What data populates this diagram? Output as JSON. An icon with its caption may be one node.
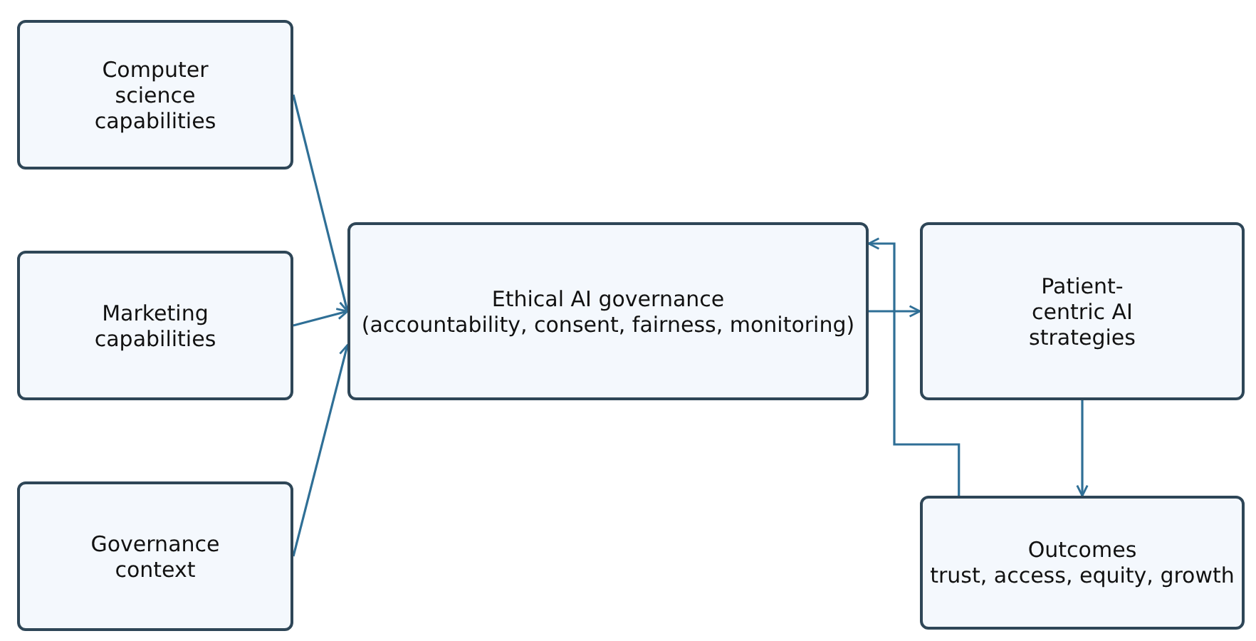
{
  "diagram": {
    "nodes": [
      {
        "text": [
          "Computer science capabilities"
        ]
      },
      {
        "text": [
          "Marketing capabilities"
        ]
      },
      {
        "text": [
          "Governance context"
        ]
      },
      {
        "text": [
          "Ethical AI governance",
          "(accountability, consent, fairness, monitoring)"
        ]
      },
      {
        "text": [
          "Patient-centric AI strategies"
        ]
      },
      {
        "text": [
          "Outcomes",
          "trust, access, equity, growth"
        ]
      }
    ],
    "edges": [
      {
        "from": 0,
        "to": 3,
        "arrow": "to"
      },
      {
        "from": 1,
        "to": 3,
        "arrow": "to"
      },
      {
        "from": 2,
        "to": 3,
        "arrow": "to"
      },
      {
        "from": 3,
        "to": 4,
        "arrow": "to"
      },
      {
        "from": 4,
        "to": 5,
        "arrow": "to"
      },
      {
        "from": 5,
        "to": 3,
        "arrow": "to"
      }
    ]
  }
}
